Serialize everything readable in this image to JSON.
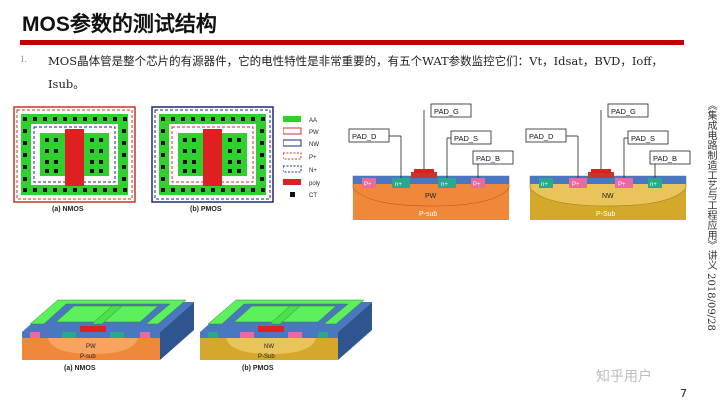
{
  "slide": {
    "title": "MOS参数的测试结构",
    "bullet_marker": "1.",
    "body_line1": "MOS晶体管是整个芯片的有源器件，它的电性特性是非常重要的，有五个WAT参数监控它们：Vt，Idsat，BVD，Ioff，",
    "body_line2": "Isub。",
    "side_text": "《集成电路制造工艺与工程应用》讲义    2018/09/28",
    "watermark": "知乎用户",
    "page_number": "7"
  },
  "layout_diagram": {
    "nmos_caption": "(a) NMOS",
    "pmos_caption": "(b) PMOS",
    "legend": [
      {
        "label": "AA",
        "color": "#2fd12f"
      },
      {
        "label": "PW",
        "color": "#c0392b"
      },
      {
        "label": "NW",
        "color": "#1f2a7a"
      },
      {
        "label": "P+",
        "color": "#c0392b"
      },
      {
        "label": "N+",
        "color": "#1f2a7a"
      },
      {
        "label": "poly",
        "color": "#e02020"
      },
      {
        "label": "CT",
        "color": "#111111"
      }
    ]
  },
  "cross_sections": {
    "nmos": {
      "pads": [
        "PAD_G",
        "PAD_D",
        "PAD_S",
        "PAD_B"
      ],
      "well": "PW",
      "substrate": "P-sub",
      "doping": [
        "P+",
        "n+",
        "n+",
        "P+"
      ]
    },
    "pmos": {
      "pads": [
        "PAD_G",
        "PAD_D",
        "PAD_S",
        "PAD_B"
      ],
      "well": "NW",
      "substrate": "P-Sub",
      "doping": [
        "n+",
        "P+",
        "P+",
        "n+"
      ]
    }
  },
  "iso_views": {
    "nmos_caption": "(a) NMOS",
    "pmos_caption": "(b) PMOS",
    "nmos_substrate": "P-sub",
    "pmos_substrate": "P-Sub",
    "nmos_well": "PW",
    "pmos_well": "NW"
  },
  "colors": {
    "accent_rule": "#c00000",
    "active_green": "#2fd12f",
    "poly_red": "#e02020",
    "psub_orange": "#f0883a",
    "nw_gold": "#d4a82a",
    "sti_blue": "#4a78c0"
  }
}
